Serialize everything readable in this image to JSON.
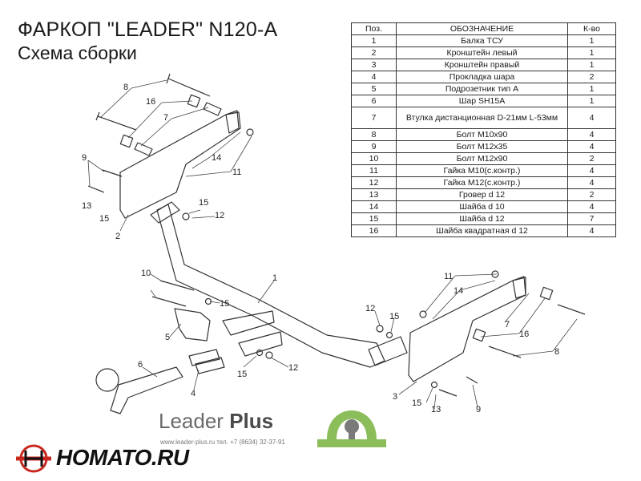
{
  "header": {
    "title": "ФАРКОП \"LEADER\" N120-A",
    "subtitle": "Схема сборки"
  },
  "table": {
    "headers": [
      "Поз.",
      "ОБОЗНАЧЕНИЕ",
      "К-во"
    ],
    "rows": [
      {
        "pos": "1",
        "name": "Балка ТСУ",
        "qty": "1"
      },
      {
        "pos": "2",
        "name": "Кронштейн левый",
        "qty": "1"
      },
      {
        "pos": "3",
        "name": "Кронштейн правый",
        "qty": "1"
      },
      {
        "pos": "4",
        "name": "Прокладка шара",
        "qty": "2"
      },
      {
        "pos": "5",
        "name": "Подрозетник тип А",
        "qty": "1"
      },
      {
        "pos": "6",
        "name": "Шар SH15A",
        "qty": "1"
      },
      {
        "pos": "7",
        "name": "Втулка дистанционная D-21мм L-53мм",
        "qty": "4"
      },
      {
        "pos": "8",
        "name": "Болт М10х90",
        "qty": "4"
      },
      {
        "pos": "9",
        "name": "Болт М12х35",
        "qty": "4"
      },
      {
        "pos": "10",
        "name": "Болт М12х90",
        "qty": "2"
      },
      {
        "pos": "11",
        "name": "Гайка  М10(с.контр.)",
        "qty": "4"
      },
      {
        "pos": "12",
        "name": "Гайка М12(с.контр.)",
        "qty": "4"
      },
      {
        "pos": "13",
        "name": "Гровер d 12",
        "qty": "2"
      },
      {
        "pos": "14",
        "name": "Шайба d 10",
        "qty": "4"
      },
      {
        "pos": "15",
        "name": "Шайба d 12",
        "qty": "7"
      },
      {
        "pos": "16",
        "name": "Шайба квадратная d 12",
        "qty": "4"
      }
    ]
  },
  "callouts": [
    "8",
    "16",
    "7",
    "14",
    "11",
    "9",
    "13",
    "15",
    "2",
    "15",
    "12",
    "1",
    "10",
    "15",
    "5",
    "6",
    "4",
    "15",
    "12",
    "12",
    "15",
    "11",
    "14",
    "7",
    "16",
    "8",
    "3",
    "15",
    "13",
    "9"
  ],
  "brand": {
    "name": "Leader",
    "name_bold": "Plus",
    "contacts": "www.leader-plus.ru   тел. +7 (8634) 32-37-91",
    "watermark": "HOMATO.RU"
  },
  "colors": {
    "line": "#333333",
    "logo_green": "#8bbd5a",
    "logo_grey": "#7a7a7a",
    "watermark_red": "#c8281e"
  }
}
